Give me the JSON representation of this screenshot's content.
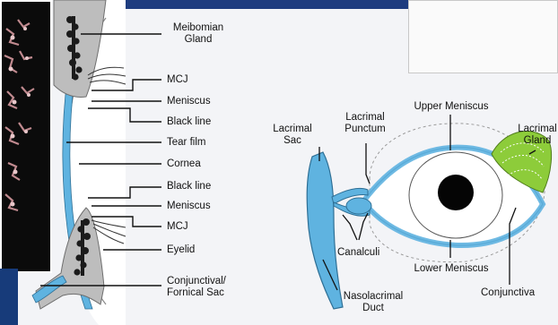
{
  "left_diagram": {
    "labels": {
      "meibomian_gland": "Meibomian\nGland",
      "mcj_top": "MCJ",
      "meniscus_top": "Meniscus",
      "black_line_top": "Black line",
      "tear_film": "Tear film",
      "cornea": "Cornea",
      "black_line_bottom": "Black line",
      "meniscus_bottom": "Meniscus",
      "mcj_bottom": "MCJ",
      "eyelid": "Eyelid",
      "conjunctival_fornical_sac": "Conjunctival/\nFornical Sac"
    }
  },
  "right_diagram": {
    "labels": {
      "lacrimal_sac": "Lacrimal\nSac",
      "lacrimal_punctum": "Lacrimal\nPunctum",
      "upper_meniscus": "Upper Meniscus",
      "lacrimal_gland": "Lacrimal\nGland",
      "canalculi": "Canalculi",
      "lower_meniscus": "Lower Meniscus",
      "nasolacrimal_duct": "Nasolacrimal\nDuct",
      "conjunctiva": "Conjunctiva"
    }
  },
  "colors": {
    "tear_blue": "#5fb3e0",
    "lid_gray": "#bdbdbd",
    "gland_green": "#8dcc3a",
    "title_bar_navy": "#1e3c7f"
  }
}
